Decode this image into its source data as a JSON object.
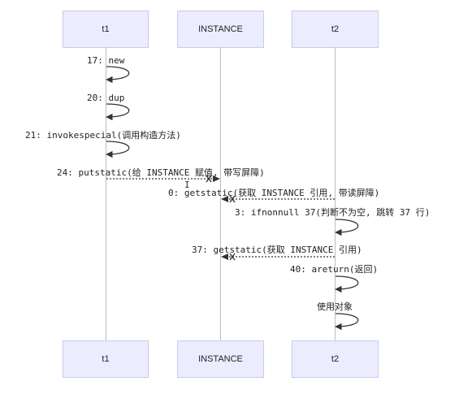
{
  "actors": [
    {
      "id": "t1",
      "label": "t1"
    },
    {
      "id": "instance",
      "label": "INSTANCE"
    },
    {
      "id": "t2",
      "label": "t2"
    }
  ],
  "messages": [
    {
      "text": "17: new",
      "from": "t1",
      "to": "t1",
      "style": "self"
    },
    {
      "text": "20: dup",
      "from": "t1",
      "to": "t1",
      "style": "self"
    },
    {
      "text": "21: invokespecial(调用构造方法)",
      "from": "t1",
      "to": "t1",
      "style": "self"
    },
    {
      "text": "24: putstatic(给 INSTANCE 赋值, 带写屏障)",
      "from": "t1",
      "to": "instance",
      "style": "dotted-cross"
    },
    {
      "text": "0: getstatic(获取 INSTANCE 引用, 带读屏障)",
      "from": "t2",
      "to": "instance",
      "style": "dotted-cross"
    },
    {
      "text": "3: ifnonnull 37(判断不为空, 跳转 37 行)",
      "from": "t2",
      "to": "t2",
      "style": "self"
    },
    {
      "text": "37: getstatic(获取 INSTANCE 引用)",
      "from": "t2",
      "to": "instance",
      "style": "dotted-cross"
    },
    {
      "text": "40: areturn(返回)",
      "from": "t2",
      "to": "t2",
      "style": "self"
    },
    {
      "text": "使用对象",
      "from": "t2",
      "to": "t2",
      "style": "self"
    }
  ],
  "colors": {
    "actor_fill": "#ececff",
    "actor_border": "#c9c9ee",
    "lifeline": "#bdbdbd",
    "arrow": "#333333"
  }
}
